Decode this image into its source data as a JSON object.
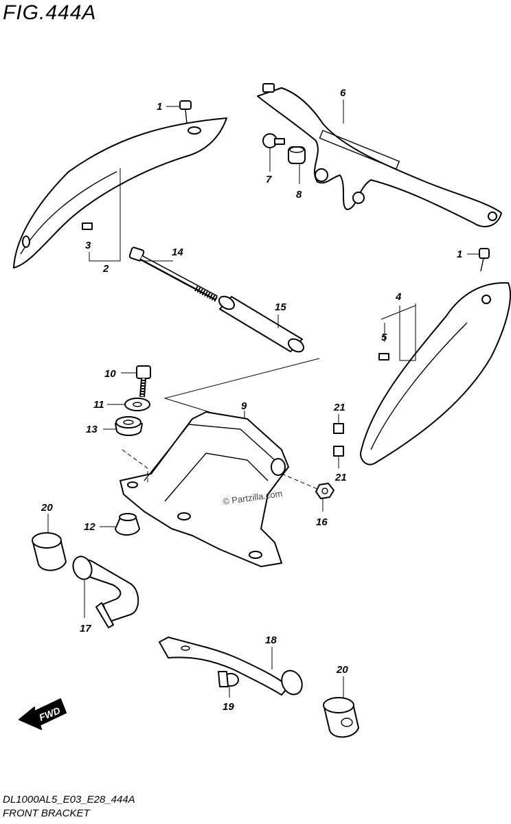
{
  "figure": {
    "title": "FIG.444A",
    "code": "DL1000AL5_E03_E28_444A",
    "name": "FRONT BRACKET"
  },
  "watermark": "© Partzilla.com",
  "fwd_label": "FWD",
  "callouts": {
    "c1a": "1",
    "c1b": "1",
    "c2": "2",
    "c3": "3",
    "c4": "4",
    "c5": "5",
    "c6": "6",
    "c7": "7",
    "c8": "8",
    "c9": "9",
    "c10": "10",
    "c11": "11",
    "c12": "12",
    "c13": "13",
    "c14": "14",
    "c15": "15",
    "c16": "16",
    "c17": "17",
    "c18": "18",
    "c19": "19",
    "c20a": "20",
    "c20b": "20",
    "c21a": "21",
    "c21b": "21"
  }
}
